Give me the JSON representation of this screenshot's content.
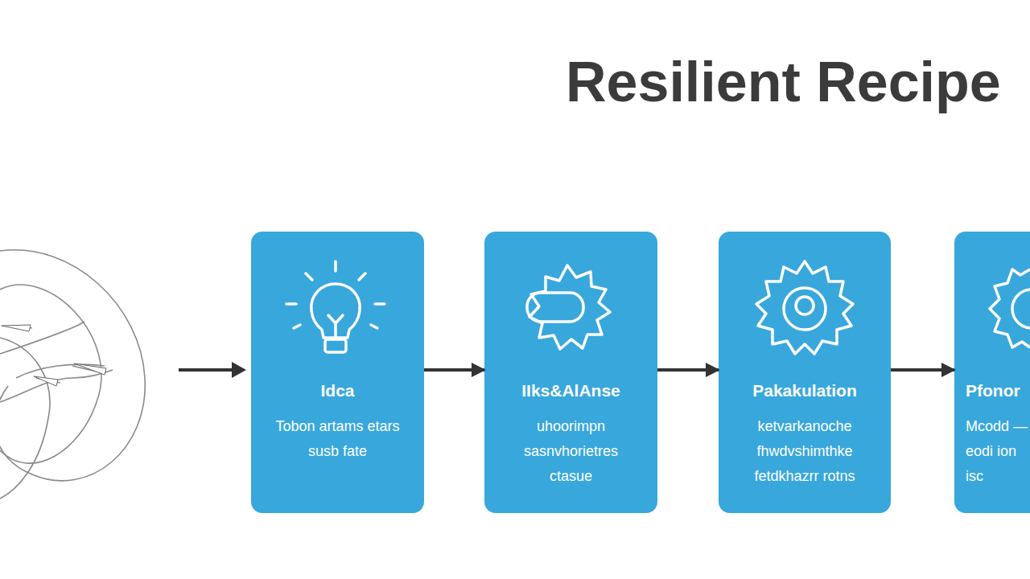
{
  "diagram": {
    "title": "Resilient Recipe",
    "nodes": [
      {
        "text": [
          "Idca",
          "Tobon artams etars susb fate"
        ]
      },
      {
        "text": [
          "IIks&AlAnse",
          "uhoorimpn sasnvhorietres ctasue"
        ]
      },
      {
        "text": [
          "Pakakulation",
          "ketvarkanoche fhwdvshimthke fetdkhazrr rotns"
        ]
      },
      {
        "text": [
          "Pfonor",
          "Mcodd — eodi ion isc"
        ]
      }
    ],
    "edges": [
      {
        "from": 0,
        "to": 1,
        "arrow": "to"
      },
      {
        "from": 1,
        "to": 2,
        "arrow": "to"
      },
      {
        "from": 2,
        "to": 3,
        "arrow": "to"
      }
    ]
  }
}
